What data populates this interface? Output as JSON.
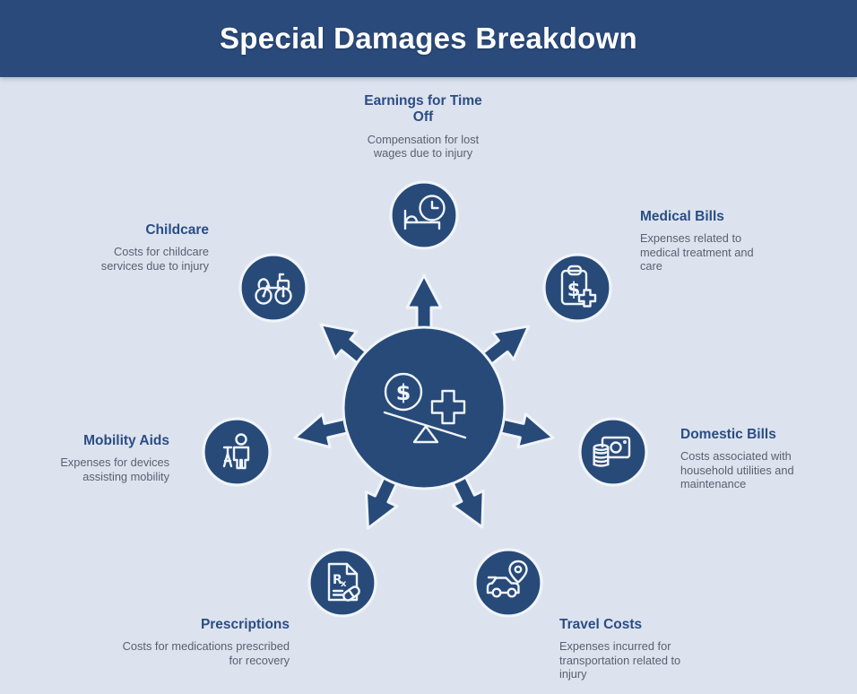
{
  "header": {
    "title": "Special Damages Breakdown"
  },
  "center": {
    "icon": "money-medical-balance-icon"
  },
  "items": [
    {
      "id": "earnings",
      "label": "Earnings for Time Off",
      "desc": "Compensation for lost wages due to injury",
      "icon": "bed-clock-icon"
    },
    {
      "id": "medical",
      "label": "Medical Bills",
      "desc": "Expenses related to medical treatment and care",
      "icon": "medical-invoice-icon"
    },
    {
      "id": "domestic",
      "label": "Domestic Bills",
      "desc": "Costs associated with household utilities and maintenance",
      "icon": "banknote-coins-icon"
    },
    {
      "id": "travel",
      "label": "Travel Costs",
      "desc": "Expenses incurred for transportation related to injury",
      "icon": "car-location-icon"
    },
    {
      "id": "prescriptions",
      "label": "Prescriptions",
      "desc": "Costs for medications prescribed for recovery",
      "icon": "rx-pill-icon"
    },
    {
      "id": "mobility",
      "label": "Mobility Aids",
      "desc": "Expenses for devices assisting mobility",
      "icon": "person-crutch-icon"
    },
    {
      "id": "childcare",
      "label": "Childcare",
      "desc": "Costs for childcare services due to injury",
      "icon": "tricycle-icon"
    }
  ],
  "colors": {
    "header_bg": "#2a4a7b",
    "background": "#dde3ee",
    "node_fill": "#274a79",
    "icon_stroke": "#f0f4f9",
    "heading_text": "#2a4d85",
    "description_text": "#5a616e",
    "title_text": "#ffffff"
  }
}
